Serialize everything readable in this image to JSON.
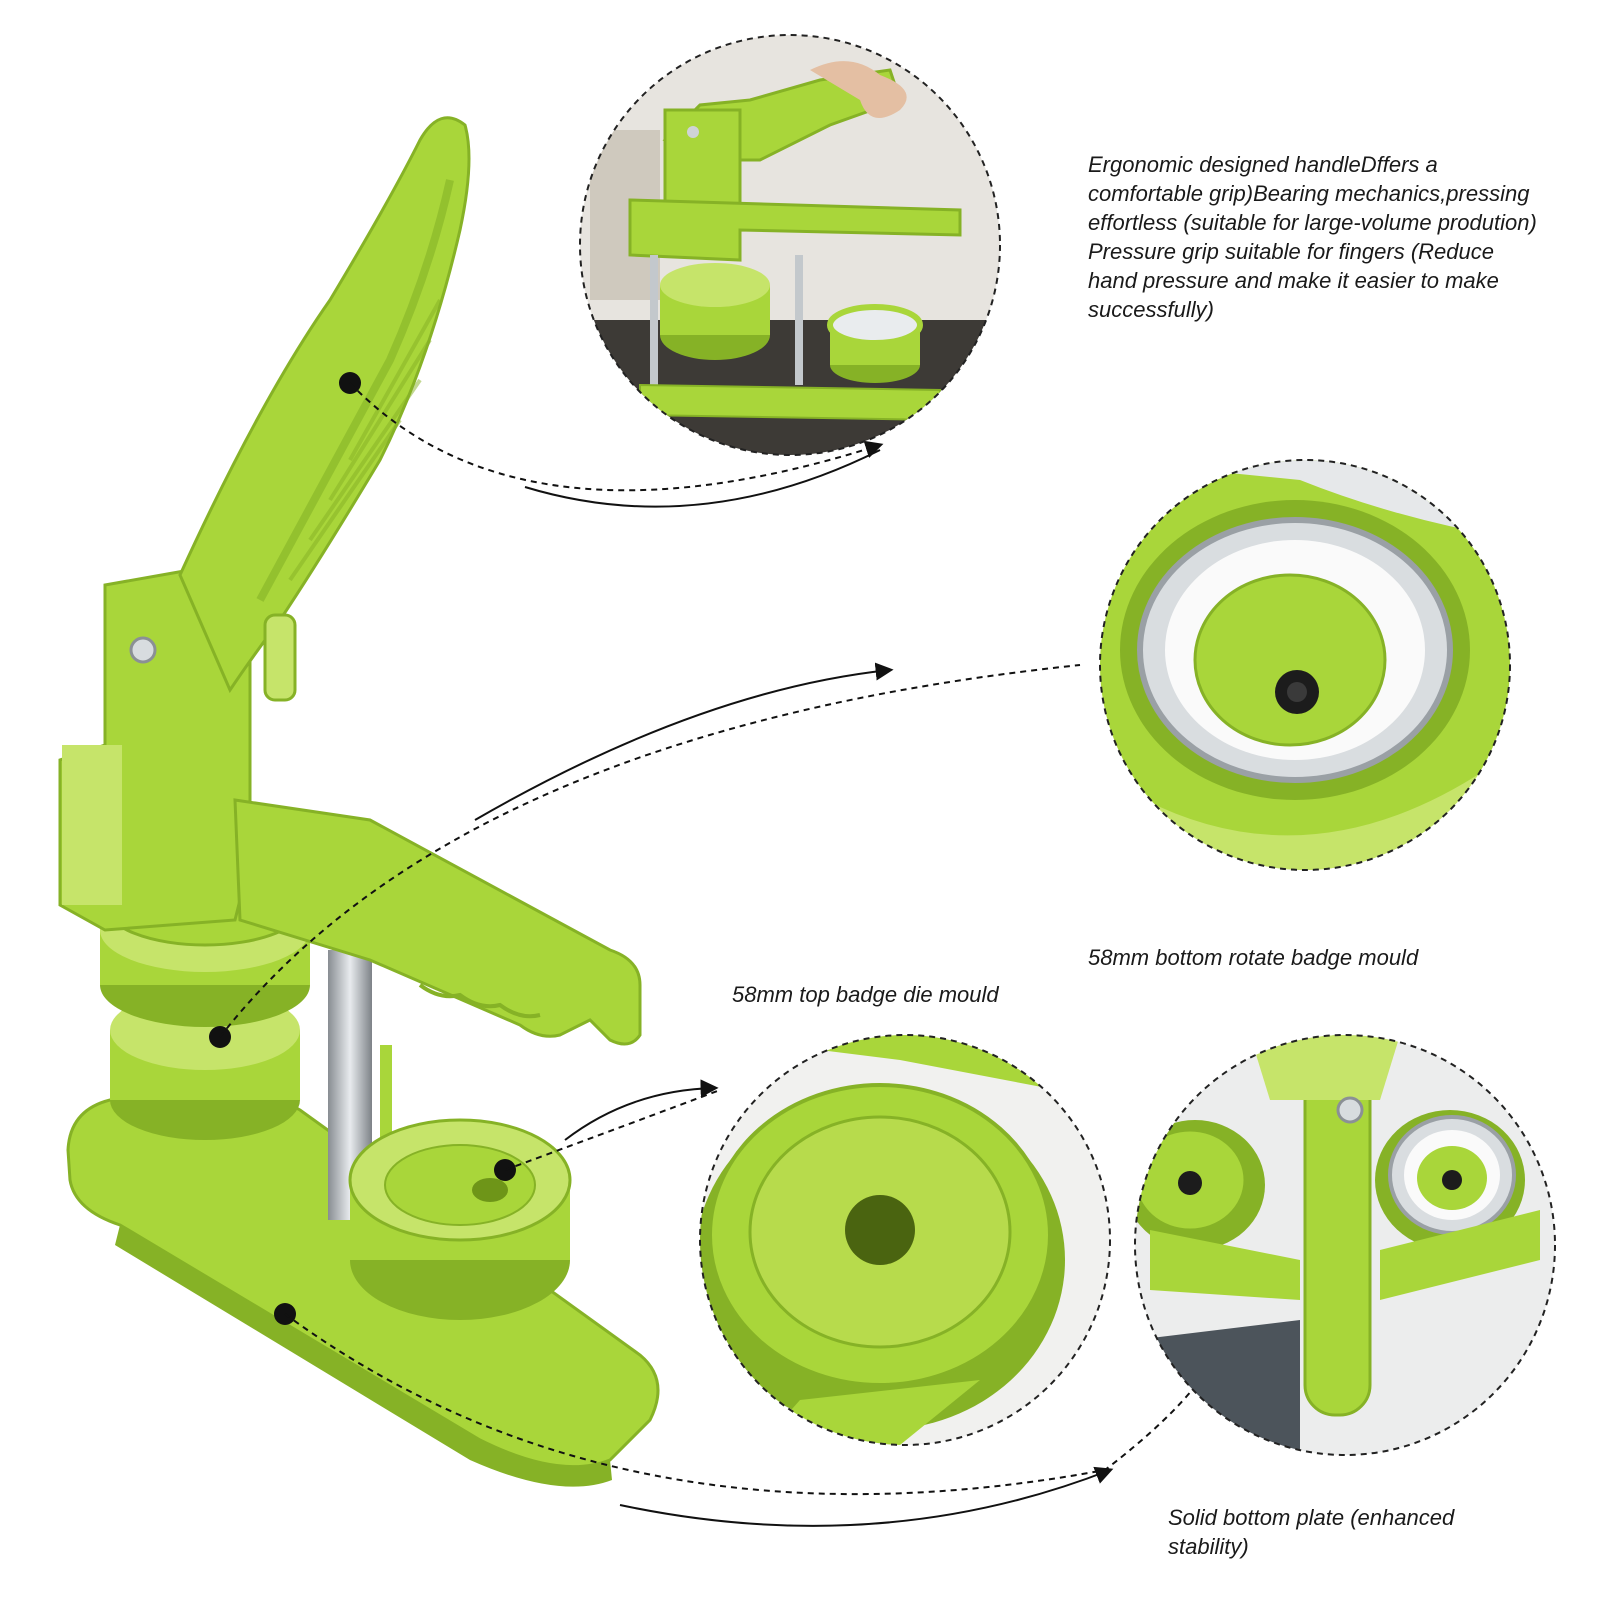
{
  "captions": {
    "handle": "Ergonomic designed handleDffers a\ncomfortable grip)Bearing mechanics,pressing\neffortless (suitable for large-volume prodution)\nPressure grip suitable for fingers (Reduce\nhand pressure and make it easier to make\nsuccessfully)",
    "bottom_mould": "58mm bottom rotate badge mould",
    "top_mould": "58mm top badge die mould",
    "plate": "Solid bottom plate (enhanced\nstability)"
  },
  "colors": {
    "body_green": "#a9d63a",
    "dark_green": "#86b226",
    "light_green": "#c6e46a",
    "steel": "#b9bec3",
    "background": "#ffffff"
  }
}
